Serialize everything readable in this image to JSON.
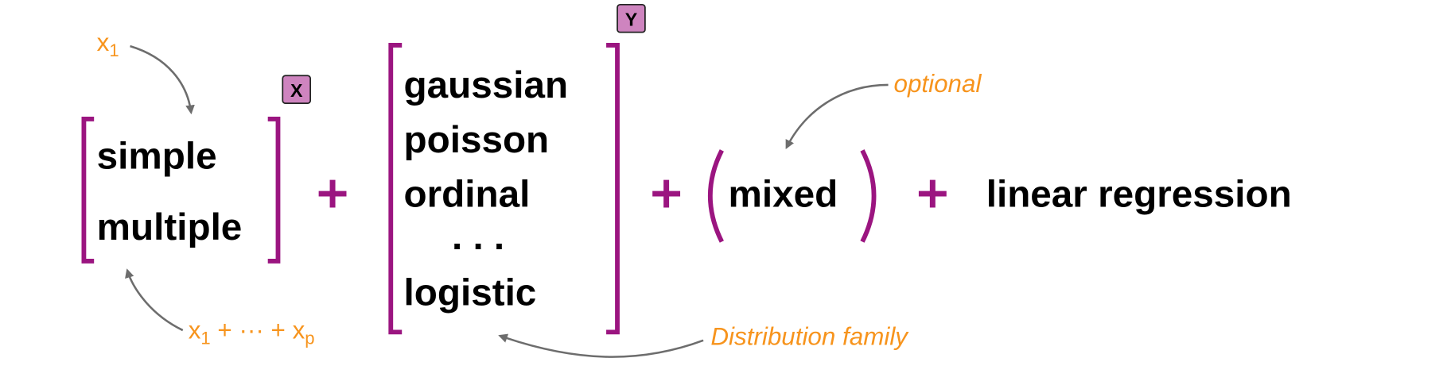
{
  "colors": {
    "accent": "#9B1580",
    "annotation": "#F7941D",
    "badge": "#CE84BF",
    "arrow": "#6d6d6d"
  },
  "predictors": {
    "badge": "X",
    "items": [
      "simple",
      "multiple"
    ],
    "note_single": {
      "base": "x",
      "sub": "1"
    },
    "note_multi": {
      "x1": "x",
      "sub1": "1",
      "middle": " + ··· + ",
      "xp": "x",
      "subp": "p"
    }
  },
  "response": {
    "badge": "Y",
    "items": [
      "gaussian",
      "poisson",
      "ordinal",
      "logistic"
    ],
    "ellipsis": ". . .",
    "note": "Distribution family"
  },
  "mixed": {
    "label": "mixed",
    "note": "optional"
  },
  "final": {
    "label": "linear regression"
  },
  "operator": "+"
}
